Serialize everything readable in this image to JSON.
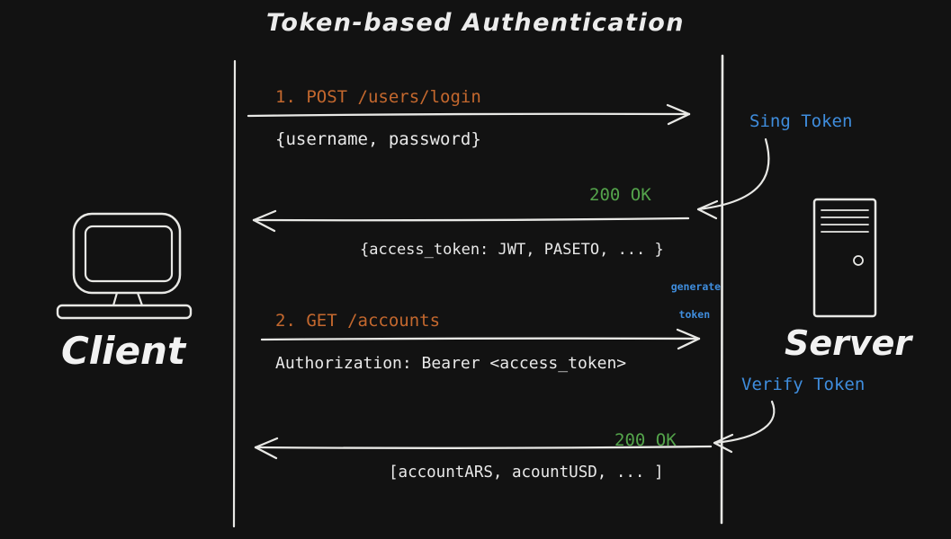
{
  "title": "Token-based Authentication",
  "actors": {
    "client": {
      "label": "Client",
      "icon": "computer-icon"
    },
    "server": {
      "label": "Server",
      "icon": "server-tower-icon"
    }
  },
  "messages": {
    "m1": {
      "label": "1. POST /users/login",
      "detail": "{username, password}",
      "direction": "client-to-server"
    },
    "m2": {
      "status": "200 OK",
      "detail": "{access_token: JWT, PASETO, ... }",
      "direction": "server-to-client"
    },
    "m3": {
      "label": "2. GET /accounts",
      "detail": "Authorization: Bearer <access_token>",
      "direction": "client-to-server"
    },
    "m4": {
      "status": "200 OK",
      "detail": "[accountARS, acountUSD, ... ]",
      "direction": "server-to-client"
    }
  },
  "annotations": {
    "sign_token": "Sing Token",
    "generate_token_line1": "generate",
    "generate_token_line2": "token",
    "verify_token": "Verify Token"
  },
  "colors": {
    "background": "#121212",
    "text": "#e9e9e9",
    "request": "#c4682e",
    "success": "#54a44b",
    "annotation": "#3f8ddd"
  }
}
